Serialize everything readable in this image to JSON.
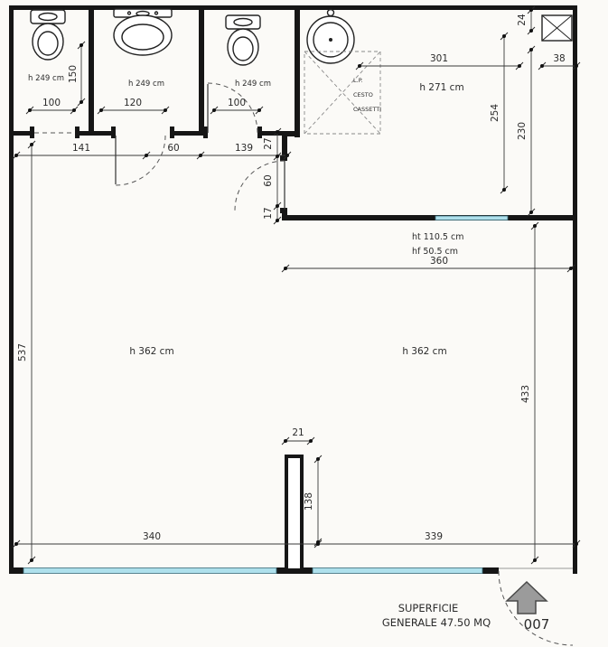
{
  "colors": {
    "wall": "#161616",
    "window_glass": "#aee0ec",
    "window_frame": "#3a6b78",
    "paper": "#fbfaf7",
    "arrow": "#9b9b9b"
  },
  "rooms": {
    "bath_left_height": "h 249 cm",
    "bath_middle_height": "h 249 cm",
    "bath_right_height": "h 249 cm",
    "kitchen_height": "h 271 cm",
    "living_height_left": "h 362 cm",
    "living_height_right": "h 362 cm",
    "window_sill": "ht 110.5 cm",
    "window_bottom": "hf 50.5 cm"
  },
  "cabinet": {
    "lp": "L.P.",
    "cesto": "CESTO",
    "cassetti": "CASSETTI"
  },
  "dims": {
    "bath_left_w": "100",
    "bath_mid_w": "120",
    "bath_right_w": "100",
    "bath_depth": "150",
    "hall_left": "141",
    "hall_door": "60",
    "hall_right": "139",
    "jamb_top": "27",
    "door_kitchen": "60",
    "jamb_bottom": "17",
    "kitchen_w": "301",
    "shaft_w": "38",
    "shaft_d": "24",
    "kitchen_d1": "254",
    "kitchen_d2": "230",
    "living_w_top": "360",
    "living_h_left": "537",
    "living_h_right": "433",
    "pillar_w": "21",
    "pillar_h": "138",
    "bottom_left": "340",
    "bottom_right": "339"
  },
  "footer": {
    "line1": "SUPERFICIE",
    "line2": "GENERALE 47.50 MQ",
    "unit": "007"
  }
}
